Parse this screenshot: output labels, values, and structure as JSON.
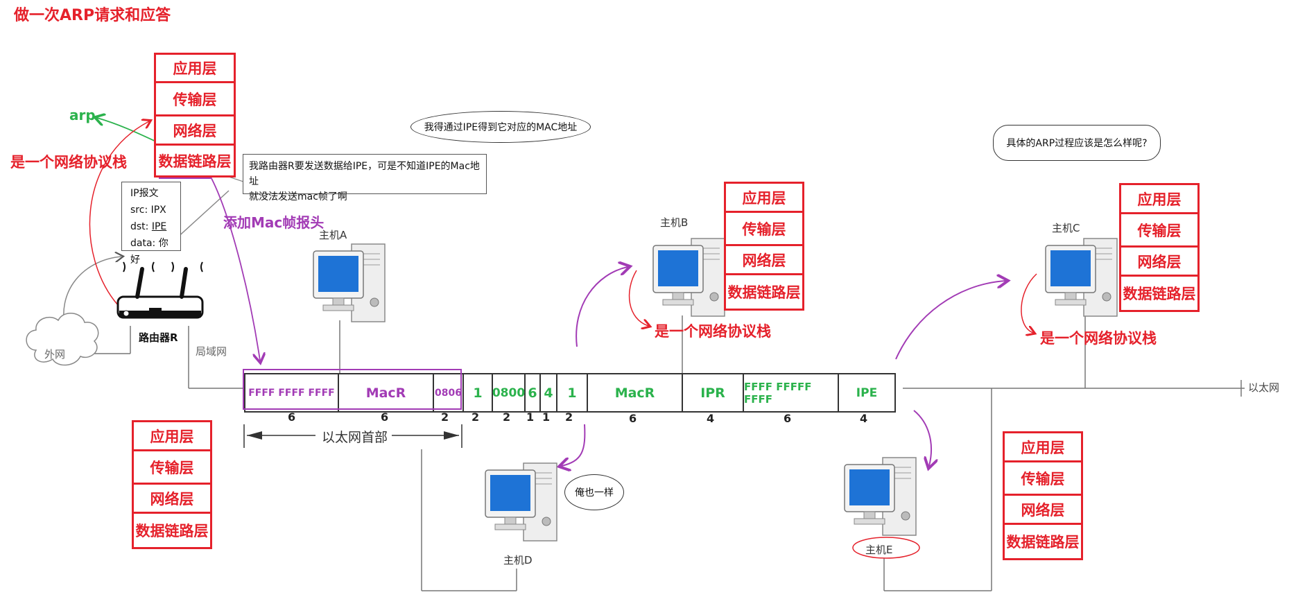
{
  "title": "做一次ARP请求和应答",
  "colors": {
    "red": "#e5212b",
    "purple": "#a23bb5",
    "green": "#2bb24c"
  },
  "layers": [
    "应用层",
    "传输层",
    "网络层",
    "数据链路层"
  ],
  "labels": {
    "arp": "arp",
    "protocol_stack": "是一个网络协议栈",
    "add_mac_header": "添加Mac帧报头",
    "router": "路由器R",
    "internet": "外网",
    "lan": "局域网",
    "ethernet": "以太网",
    "ethernet_header": "以太网首部",
    "host_a": "主机A",
    "host_b": "主机B",
    "host_c": "主机C",
    "host_d": "主机D",
    "host_e": "主机E"
  },
  "bubbles": {
    "router_think": "我得通过IPE得到它对应的MAC地址",
    "host_c_think": "具体的ARP过程应该是怎么样呢?",
    "host_d_say": "俺也一样"
  },
  "note": {
    "line1": "我路由器R要发送数据给IPE，可是不知道IPE的Mac地址",
    "line2": "就没法发送mac帧了啊"
  },
  "ip_packet": {
    "title": "IP报文",
    "src": "src:  IPX",
    "dst_label": "dst:",
    "dst_value": "IPE",
    "data": "data: 你好"
  },
  "frame": {
    "cells": [
      "FFFF FFFF FFFF",
      "MacR",
      "0806",
      "1",
      "0800",
      "6",
      "4",
      "1",
      "MacR",
      "IPR",
      "FFFF FFFFF FFFF",
      "IPE"
    ],
    "sizes": [
      "6",
      "6",
      "2",
      "2",
      "2",
      "1",
      "1",
      "2",
      "6",
      "4",
      "6",
      "4"
    ]
  }
}
